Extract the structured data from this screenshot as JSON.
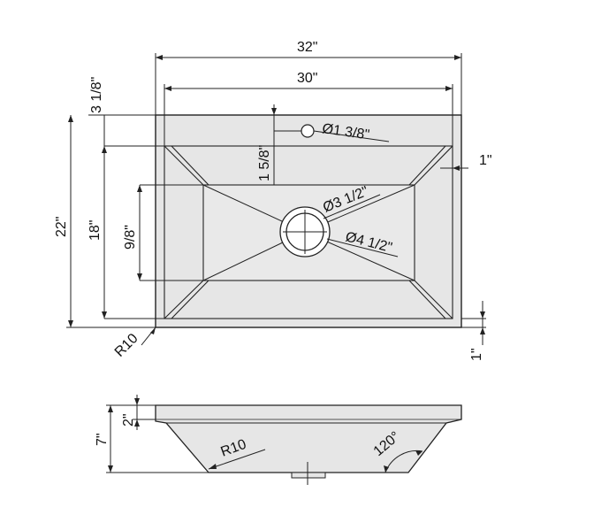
{
  "labels": {
    "dim_overall_width": "32\"",
    "dim_inner_width": "30\"",
    "dim_top_offset": "3 1/8\"",
    "dim_overall_depth": "22\"",
    "dim_inner_depth": "18\"",
    "dim_drain_offset": "9/8\"",
    "dim_drain_y": "1 5/8\"",
    "dim_tap_hole": "Ø1 3/8\"",
    "dim_drain_inner": "Ø3 1/2\"",
    "dim_drain_outer": "Ø4 1/2\"",
    "dim_right_rim": "1\"",
    "dim_bottom_rim": "1\"",
    "dim_corner_radius": "R10",
    "dim_side_height": "7\"",
    "dim_side_rim": "2\"",
    "dim_side_radius": "R10",
    "dim_side_angle": "120°"
  },
  "colors": {
    "line": "#222222",
    "sink_fill": "#e6e6e6",
    "background": "#ffffff"
  }
}
